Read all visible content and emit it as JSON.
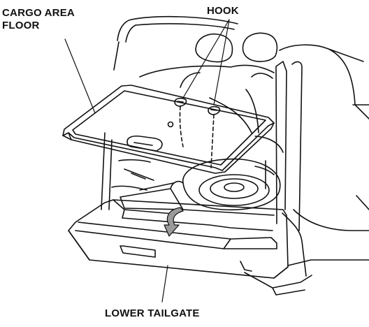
{
  "labels": {
    "cargo_area_floor_line1": "CARGO AREA",
    "cargo_area_floor_line2": "FLOOR",
    "hook": "HOOK",
    "lower_tailgate": "LOWER TAILGATE"
  },
  "colors": {
    "line": "#111111",
    "shade": "#9a9a9a",
    "background": "#ffffff"
  }
}
